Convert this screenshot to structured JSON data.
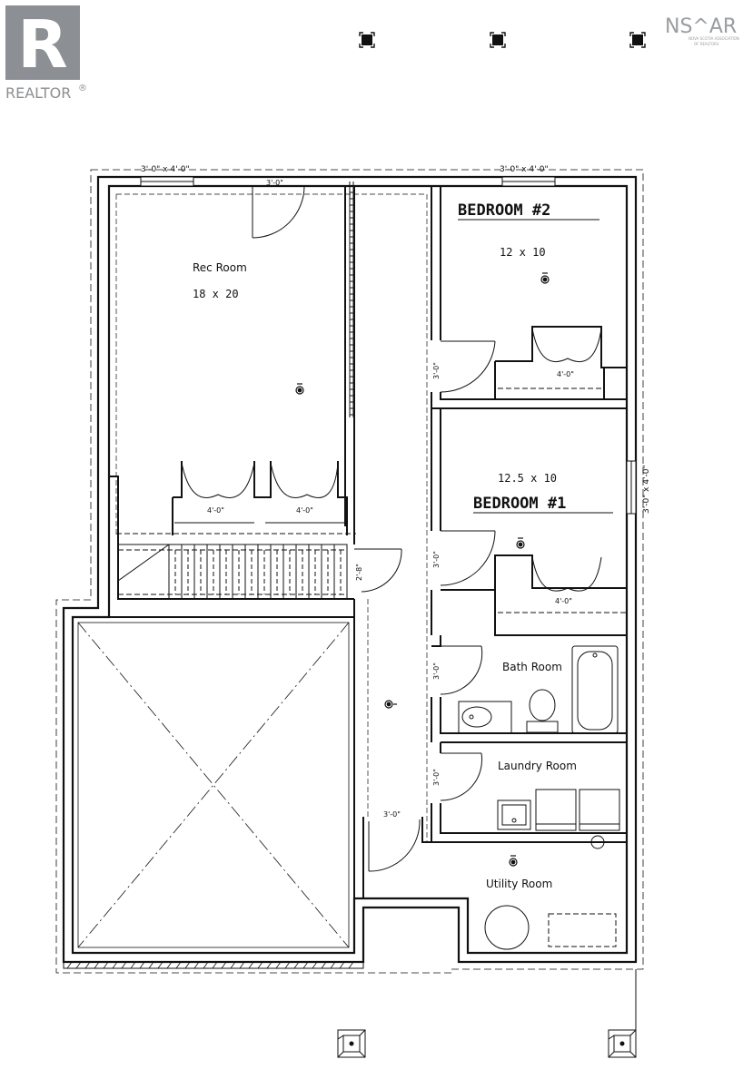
{
  "brand": {
    "realtor_text": "REALTOR",
    "realtor_mark": "®",
    "realtor_logo_letter": "R",
    "nsar_text": "NS^AR",
    "nsar_sub1": "NOVA SCOTIA ASSOCIATION",
    "nsar_sub2": "OF REALTORS"
  },
  "rooms": {
    "rec_room": {
      "name": "Rec Room",
      "size": "18 x 20"
    },
    "bedroom2": {
      "name": "BEDROOM #2",
      "size": "12 x 10"
    },
    "bedroom1": {
      "name": "BEDROOM #1",
      "size": "12.5 x 10"
    },
    "bath": {
      "name": "Bath Room"
    },
    "laundry": {
      "name": "Laundry Room"
    },
    "utility": {
      "name": "Utility Room"
    }
  },
  "dimensions": {
    "window_top_left": "3'-0\" x 4'-0\"",
    "window_top_right": "3'-0\" x 4'-0\"",
    "window_right": "3'-0\" x 4'-0\"",
    "rec_door": "3'-0\"",
    "closet_rec_1": "4'-0\"",
    "closet_rec_2": "4'-0\"",
    "closet_bed2": "4'-0\"",
    "closet_bed1": "4'-0\"",
    "door_bed2": "3'-0\"",
    "door_bed1": "3'-0\"",
    "door_bath": "3'-0\"",
    "door_laundry": "3'-0\"",
    "door_stair": "2'-8\"",
    "door_utility": "3'-0\""
  },
  "icons": [
    "realtor-logo-icon",
    "expand-icon",
    "light-fixture-icon",
    "post-footing-icon"
  ]
}
